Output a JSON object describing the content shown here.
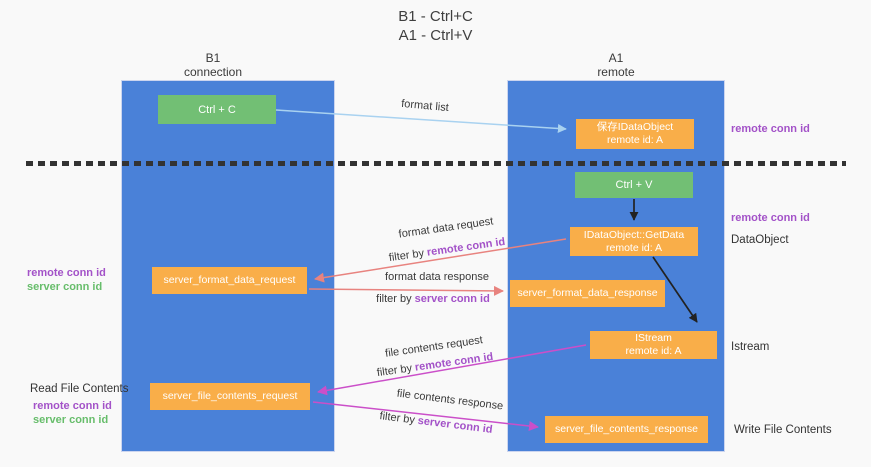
{
  "title": {
    "line1": "B1 - Ctrl+C",
    "line2": "A1 - Ctrl+V"
  },
  "lanes": {
    "left": {
      "name": "B1",
      "role": "connection"
    },
    "right": {
      "name": "A1",
      "role": "remote"
    }
  },
  "boxes": {
    "ctrl_c": {
      "label": "Ctrl + C"
    },
    "save_idataobject": {
      "line1": "保存IDataObject",
      "line2": "remote id: A"
    },
    "ctrl_v": {
      "label": "Ctrl + V"
    },
    "getdata": {
      "line1": "IDataObject::GetData",
      "line2": "remote id: A"
    },
    "format_request": {
      "label": "server_format_data_request"
    },
    "format_response": {
      "label": "server_format_data_response"
    },
    "istream": {
      "line1": "IStream",
      "line2": "remote id: A"
    },
    "file_request": {
      "label": "server_file_contents_request"
    },
    "file_response": {
      "label": "server_file_contents_response"
    }
  },
  "annotations": {
    "format_list": "format list",
    "format_data_request": "format data request",
    "format_data_response": "format data response",
    "file_contents_request": "file contents request",
    "file_contents_response": "file contents response",
    "filter_by": "filter by",
    "remote_conn_id": "remote conn id",
    "server_conn_id": "server conn id"
  },
  "side_labels": {
    "right_remote_conn_id_top": "remote conn id",
    "right_remote_conn_id_mid": "remote conn id",
    "dataobject": "DataObject",
    "istream": "Istream",
    "write_file_contents": "Write File Contents",
    "left_remote_conn_id_top": "remote conn id",
    "left_server_conn_id_top": "server conn id",
    "read_file_contents": "Read File Contents",
    "left_remote_conn_id_bottom": "remote conn id",
    "left_server_conn_id_bottom": "server conn id"
  },
  "colors": {
    "lane_blue": "#4a81d8",
    "box_orange": "#f9ae49",
    "box_green": "#72bf74",
    "arrow_light_blue": "#a9d2f0",
    "arrow_salmon": "#e8837f",
    "arrow_magenta": "#cb4fc9",
    "arrow_black": "#222222",
    "label_purple": "#a352c8",
    "label_green": "#67bd6b",
    "dash_black": "#333333"
  }
}
